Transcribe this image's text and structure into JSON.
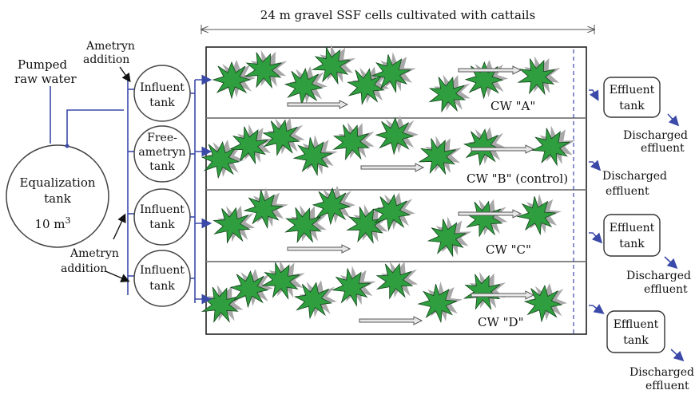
{
  "header": {
    "title": "24 m gravel SSF cells cultivated with cattails"
  },
  "source": {
    "pump_line1": "Pumped",
    "pump_line2": "raw water"
  },
  "equalization": {
    "line1": "Equalization",
    "line2": "tank",
    "line3": "10 m",
    "sup": "3"
  },
  "ametryn_top": {
    "line1": "Ametryn",
    "line2": "addition"
  },
  "ametryn_bottom": {
    "line1": "Ametryn",
    "line2": "addition"
  },
  "influent_tanks": [
    {
      "line1": "Influent",
      "line2": "tank"
    },
    {
      "line1": "Free-",
      "line2": "ametryn",
      "line3": "tank"
    },
    {
      "line1": "Influent",
      "line2": "tank"
    },
    {
      "line1": "Influent",
      "line2": "tank"
    }
  ],
  "cells": [
    {
      "label": "CW  \"A\""
    },
    {
      "label": "CW  \"B\" (control)"
    },
    {
      "label": "CW  \"C\""
    },
    {
      "label": "CW  \"D\""
    }
  ],
  "effluent_tank": {
    "line1": "Effluent",
    "line2": "tank"
  },
  "discharged": {
    "line1": "Discharged",
    "line2": "effluent"
  },
  "colors": {
    "plant": "#2e9e3e",
    "plant_shadow": "#a8a8a8",
    "pipe": "#3b4aa8"
  }
}
